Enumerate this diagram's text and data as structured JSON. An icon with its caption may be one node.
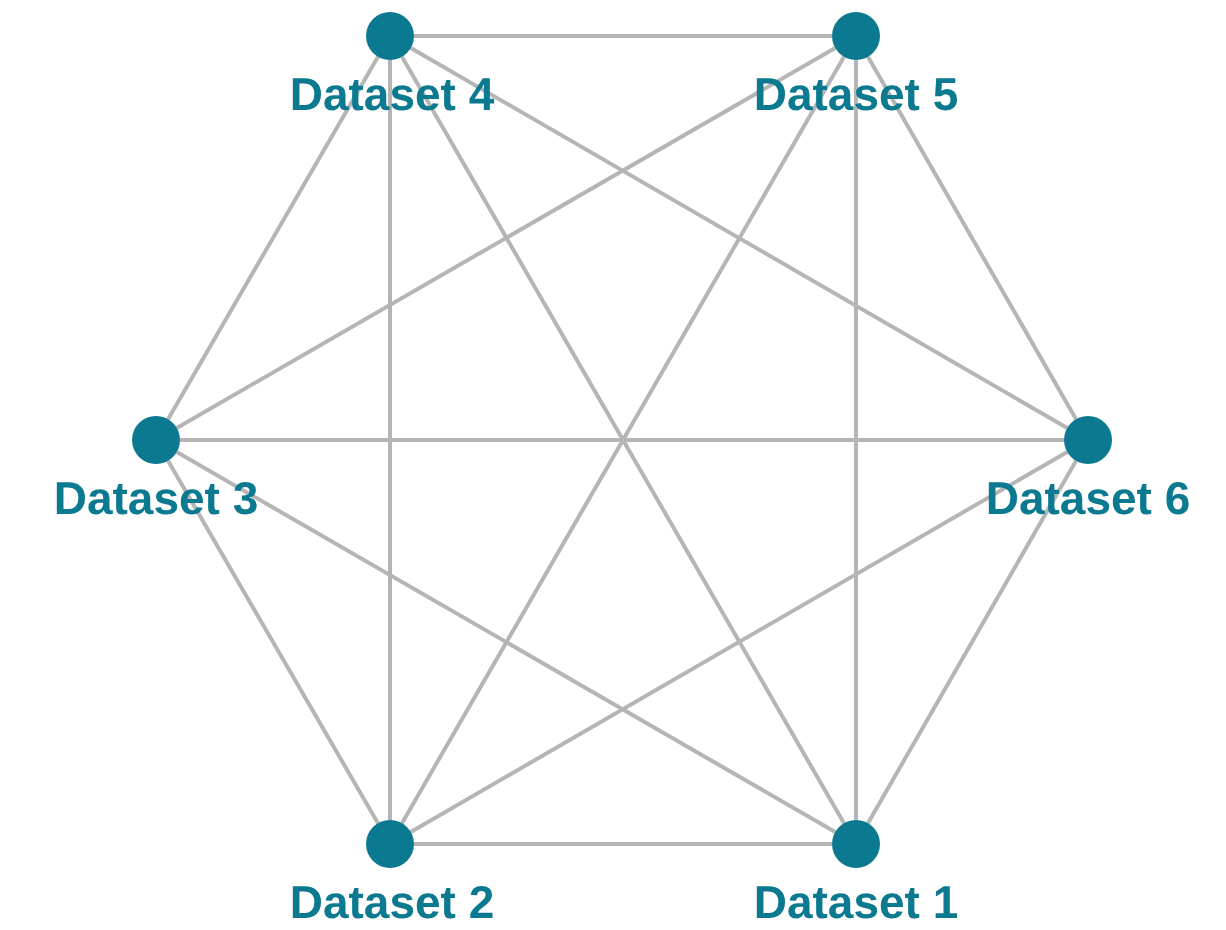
{
  "diagram": {
    "nodes": [
      {
        "text": [],
        "shape": "circle",
        "beside": [
          "Dataset 4"
        ]
      },
      {
        "text": [],
        "shape": "circle",
        "beside": [
          "Dataset 5"
        ]
      },
      {
        "text": [],
        "shape": "circle",
        "beside": [
          "Dataset 3"
        ]
      },
      {
        "text": [],
        "shape": "circle",
        "beside": [
          "Dataset 6"
        ]
      },
      {
        "text": [],
        "shape": "circle",
        "beside": [
          "Dataset 2"
        ]
      },
      {
        "text": [],
        "shape": "circle",
        "beside": [
          "Dataset 1"
        ]
      }
    ],
    "edges": [
      {
        "from": 0,
        "to": 1,
        "arrow": "none"
      },
      {
        "from": 0,
        "to": 2,
        "arrow": "none"
      },
      {
        "from": 0,
        "to": 3,
        "arrow": "none"
      },
      {
        "from": 0,
        "to": 4,
        "arrow": "none"
      },
      {
        "from": 0,
        "to": 5,
        "arrow": "none"
      },
      {
        "from": 1,
        "to": 2,
        "arrow": "none"
      },
      {
        "from": 1,
        "to": 3,
        "arrow": "none"
      },
      {
        "from": 1,
        "to": 4,
        "arrow": "none"
      },
      {
        "from": 1,
        "to": 5,
        "arrow": "none"
      },
      {
        "from": 2,
        "to": 3,
        "arrow": "none"
      },
      {
        "from": 2,
        "to": 4,
        "arrow": "none"
      },
      {
        "from": 2,
        "to": 5,
        "arrow": "none"
      },
      {
        "from": 3,
        "to": 4,
        "arrow": "none"
      },
      {
        "from": 3,
        "to": 5,
        "arrow": "none"
      },
      {
        "from": 4,
        "to": 5,
        "arrow": "none"
      }
    ]
  }
}
